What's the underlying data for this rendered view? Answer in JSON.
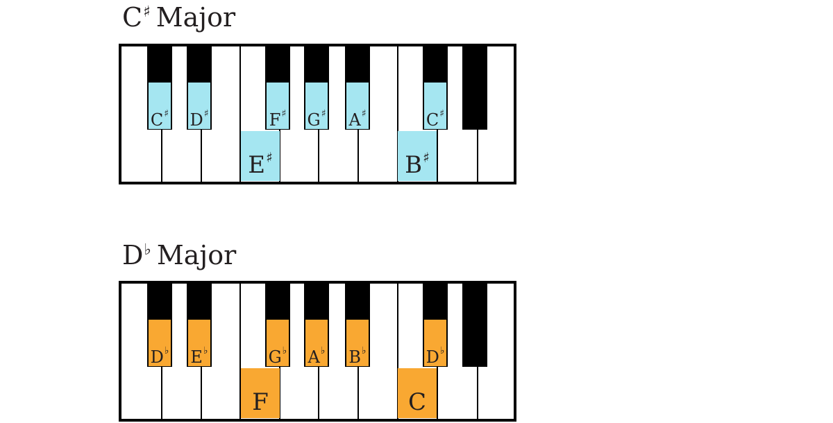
{
  "scales": [
    {
      "title": "C",
      "title_accidental": "♯",
      "title_rest": "Major",
      "color": "#a5e6f1",
      "black_keys": [
        {
          "name": "C",
          "accidental": "♯",
          "highlighted": true
        },
        {
          "name": "D",
          "accidental": "♯",
          "highlighted": true
        },
        {
          "name": "F",
          "accidental": "♯",
          "highlighted": true
        },
        {
          "name": "G",
          "accidental": "♯",
          "highlighted": true
        },
        {
          "name": "A",
          "accidental": "♯",
          "highlighted": true
        },
        {
          "name": "C",
          "accidental": "♯",
          "highlighted": true
        },
        {
          "name": "",
          "accidental": "",
          "highlighted": false
        }
      ],
      "white_highlights": [
        {
          "name": "E",
          "accidental": "♯"
        },
        {
          "name": "B",
          "accidental": "♯"
        }
      ]
    },
    {
      "title": "D",
      "title_accidental": "♭",
      "title_rest": "Major",
      "color": "#f9a832",
      "black_keys": [
        {
          "name": "D",
          "accidental": "♭",
          "highlighted": true
        },
        {
          "name": "E",
          "accidental": "♭",
          "highlighted": true
        },
        {
          "name": "G",
          "accidental": "♭",
          "highlighted": true
        },
        {
          "name": "A",
          "accidental": "♭",
          "highlighted": true
        },
        {
          "name": "B",
          "accidental": "♭",
          "highlighted": true
        },
        {
          "name": "D",
          "accidental": "♭",
          "highlighted": true
        },
        {
          "name": "",
          "accidental": "",
          "highlighted": false
        }
      ],
      "white_highlights": [
        {
          "name": "F",
          "accidental": ""
        },
        {
          "name": "C",
          "accidental": ""
        }
      ]
    }
  ]
}
